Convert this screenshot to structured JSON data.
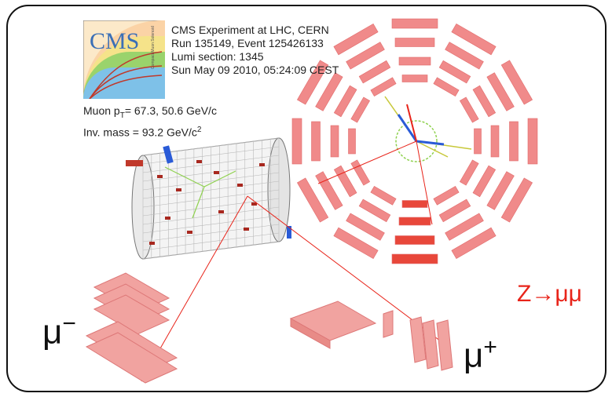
{
  "logo": {
    "text": "CMS",
    "small_text": "Compact Muon Solenoid"
  },
  "event_info": {
    "line1": "CMS Experiment at LHC, CERN",
    "line2": "Run 135149, Event 125426133",
    "line3": "Lumi section: 1345",
    "line4": "Sun May 09 2010, 05:24:09 CEST"
  },
  "muon_info": {
    "pt_prefix": "Muon p",
    "pt_sub": "T",
    "pt_value": "= 67.3, 50.6 GeV/c",
    "mass_prefix": "Inv. mass  = 93.2 GeV/c",
    "mass_sup": "2"
  },
  "labels": {
    "mu_minus_base": "μ",
    "mu_minus_sup": "−",
    "mu_plus_base": "μ",
    "mu_plus_sup": "+",
    "decay": "Z→μμ"
  },
  "colors": {
    "chamber": "#f08a8a",
    "chamber_dark": "#e8473a",
    "track": "#e8241a",
    "frame": "#111111"
  }
}
